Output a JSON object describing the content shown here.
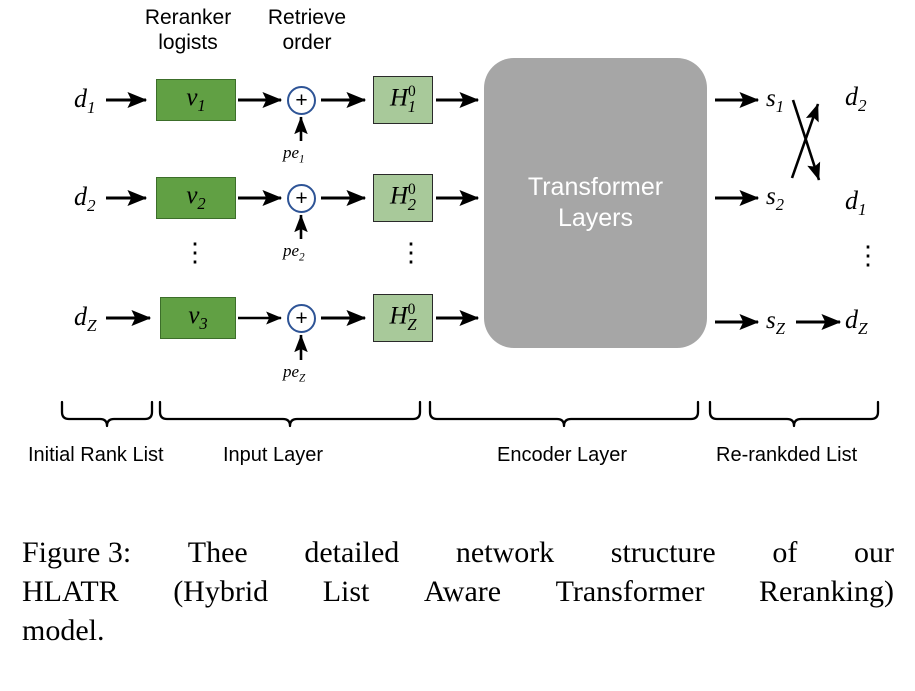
{
  "figure": {
    "headers": [
      {
        "id": "reranker-logists",
        "text": "Reranker\nlogists"
      },
      {
        "id": "retrieve-order",
        "text": "Retrieve\norder"
      }
    ],
    "transformer": {
      "label": "Transformer\nLayers"
    },
    "rows": [
      {
        "input_doc": "d",
        "input_doc_sub": "1",
        "vector": "v",
        "vector_sub": "1",
        "pe": "pe",
        "pe_sub": "1",
        "hidden": "H",
        "hidden_sup": "0",
        "hidden_sub": "1",
        "score": "s",
        "score_sub": "1"
      },
      {
        "input_doc": "d",
        "input_doc_sub": "2",
        "vector": "v",
        "vector_sub": "2",
        "pe": "pe",
        "pe_sub": "2",
        "hidden": "H",
        "hidden_sup": "0",
        "hidden_sub": "2",
        "score": "s",
        "score_sub": "2"
      },
      {
        "input_doc": "d",
        "input_doc_sub": "Z",
        "vector": "v",
        "vector_sub": "3",
        "pe": "pe",
        "pe_sub": "Z",
        "hidden": "H",
        "hidden_sup": "0",
        "hidden_sub": "Z",
        "score": "s",
        "score_sub": "Z"
      }
    ],
    "reranked_outputs": [
      {
        "doc": "d",
        "doc_sub": "2"
      },
      {
        "doc": "d",
        "doc_sub": "1"
      },
      {
        "doc": "d",
        "doc_sub": "Z"
      }
    ],
    "ellipsis_glyph": "⋮",
    "plus_glyph": "+",
    "section_labels": [
      "Initial Rank List",
      "Input Layer",
      "Encoder Layer",
      "Re-rankded List"
    ],
    "colors": {
      "vector_box_fill": "#61A044",
      "vector_box_border": "#3C6E2A",
      "hidden_box_fill": "#A8C99A",
      "hidden_box_border": "#2A2A2A",
      "plus_circle_border": "#2E5496",
      "transformer_fill": "#A6A6A6",
      "transformer_text": "#FFFFFF",
      "arrow": "#000000",
      "background": "#FFFFFF"
    }
  },
  "caption": {
    "line1_left": "Figure 3:",
    "line1_rest": [
      "Thee",
      "detailed",
      "network",
      "structure",
      "of",
      "our"
    ],
    "line2": [
      "HLATR",
      "(Hybrid",
      "List",
      "Aware",
      "Transformer",
      "Reranking)"
    ],
    "line3": "model.",
    "full_text": "Figure 3: Thee detailed network structure of our HLATR (Hybrid List Aware Transformer Reranking) model."
  }
}
